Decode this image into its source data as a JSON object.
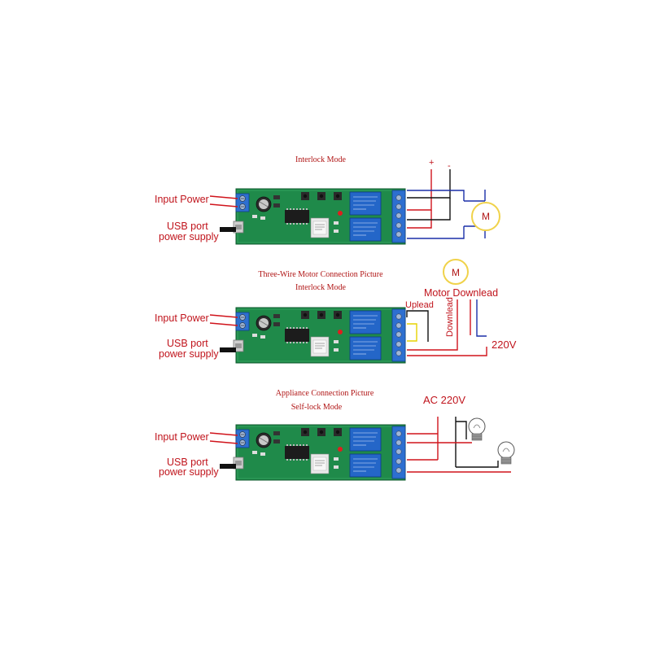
{
  "colors": {
    "wire_red": "#d0141c",
    "wire_blue": "#1a2fa8",
    "wire_black": "#111111",
    "wire_yellow": "#e7d200",
    "pcb_green": "#1f8a4a",
    "relay_blue": "#2466c8",
    "terminal_blue": "#2d6fd0",
    "label_red": "#c0141c"
  },
  "panels": [
    {
      "caption": "Interlock Mode",
      "input_power": "Input Power",
      "usb_line1": "USB port",
      "usb_line2": "power supply",
      "plus": "+",
      "minus": "-",
      "motor": "M"
    },
    {
      "caption_top": "Three-Wire Motor Connection Picture",
      "caption": "Interlock Mode",
      "input_power": "Input Power",
      "usb_line1": "USB port",
      "usb_line2": "power supply",
      "motor": "M",
      "motor_downlead": "Motor Downlead",
      "upload": "Uplead",
      "download": "Downlead",
      "voltage": "220V"
    },
    {
      "caption_top": "Appliance Connection Picture",
      "caption": "Self-lock Mode",
      "input_power": "Input Power",
      "usb_line1": "USB port",
      "usb_line2": "power supply",
      "voltage": "AC 220V"
    }
  ]
}
